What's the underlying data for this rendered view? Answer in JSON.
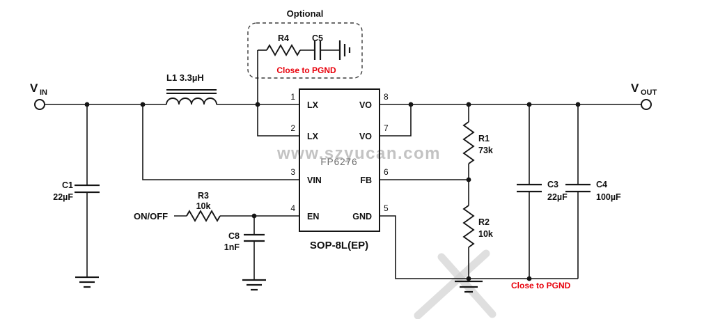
{
  "labels": {
    "optional": "Optional",
    "close_to_pgnd": "Close to PGND",
    "on_off": "ON/OFF",
    "watermark": "www.szyucan.com"
  },
  "colors": {
    "annotation_red": "#e8000b",
    "wire_black": "#151515",
    "watermark_gray": "#c3c3c3"
  },
  "terminals": {
    "vin": {
      "base": "V",
      "sub": "IN"
    },
    "vout": {
      "base": "V",
      "sub": "OUT"
    }
  },
  "ic": {
    "part_number": "FP6276",
    "package": "SOP-8L(EP)",
    "left_pins": [
      {
        "num": "1",
        "name": "LX"
      },
      {
        "num": "2",
        "name": "LX"
      },
      {
        "num": "3",
        "name": "VIN"
      },
      {
        "num": "4",
        "name": "EN"
      }
    ],
    "right_pins": [
      {
        "num": "8",
        "name": "VO"
      },
      {
        "num": "7",
        "name": "VO"
      },
      {
        "num": "6",
        "name": "FB"
      },
      {
        "num": "5",
        "name": "GND"
      }
    ]
  },
  "components": {
    "l1": {
      "label": "L1  3.3µH"
    },
    "c1": {
      "ref": "C1",
      "value": "22µF"
    },
    "r3": {
      "ref": "R3",
      "value": "10k"
    },
    "c8": {
      "ref": "C8",
      "value": "1nF"
    },
    "r4": {
      "ref": "R4"
    },
    "c5": {
      "ref": "C5"
    },
    "r1": {
      "ref": "R1",
      "value": "73k"
    },
    "r2": {
      "ref": "R2",
      "value": "10k"
    },
    "c3": {
      "ref": "C3",
      "value": "22µF"
    },
    "c4": {
      "ref": "C4",
      "value": "100µF"
    }
  }
}
